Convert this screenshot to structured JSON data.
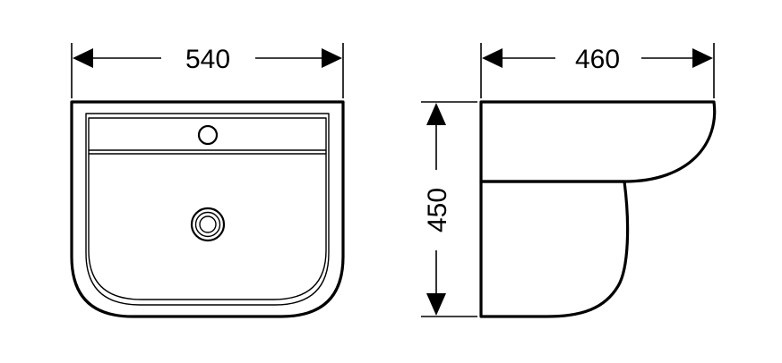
{
  "dimensions": {
    "basin_width": "540",
    "depth": "460",
    "height": "450"
  },
  "colors": {
    "line": "#000000",
    "background": "#ffffff"
  }
}
